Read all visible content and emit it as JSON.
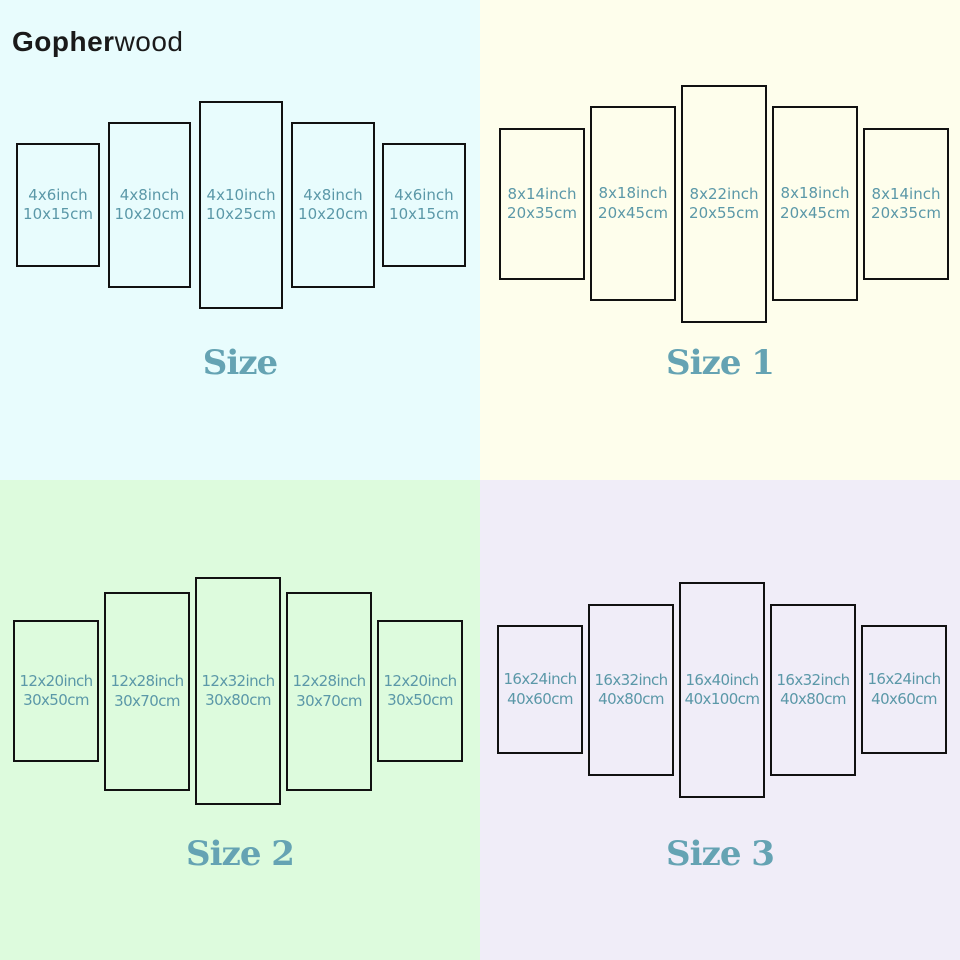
{
  "brand": {
    "part1": "Gopher",
    "part2": "wood"
  },
  "size_groups": [
    {
      "caption": "Size",
      "panels": [
        {
          "inch": "4x6inch",
          "cm": "10x15cm"
        },
        {
          "inch": "4x8inch",
          "cm": "10x20cm"
        },
        {
          "inch": "4x10inch",
          "cm": "10x25cm"
        },
        {
          "inch": "4x8inch",
          "cm": "10x20cm"
        },
        {
          "inch": "4x6inch",
          "cm": "10x15cm"
        }
      ]
    },
    {
      "caption": "Size 1",
      "panels": [
        {
          "inch": "8x14inch",
          "cm": "20x35cm"
        },
        {
          "inch": "8x18inch",
          "cm": "20x45cm"
        },
        {
          "inch": "8x22inch",
          "cm": "20x55cm"
        },
        {
          "inch": "8x18inch",
          "cm": "20x45cm"
        },
        {
          "inch": "8x14inch",
          "cm": "20x35cm"
        }
      ]
    },
    {
      "caption": "Size 2",
      "panels": [
        {
          "inch": "12x20inch",
          "cm": "30x50cm"
        },
        {
          "inch": "12x28inch",
          "cm": "30x70cm"
        },
        {
          "inch": "12x32inch",
          "cm": "30x80cm"
        },
        {
          "inch": "12x28inch",
          "cm": "30x70cm"
        },
        {
          "inch": "12x20inch",
          "cm": "30x50cm"
        }
      ]
    },
    {
      "caption": "Size 3",
      "panels": [
        {
          "inch": "16x24inch",
          "cm": "40x60cm"
        },
        {
          "inch": "16x32inch",
          "cm": "40x80cm"
        },
        {
          "inch": "16x40inch",
          "cm": "40x100cm"
        },
        {
          "inch": "16x32inch",
          "cm": "40x80cm"
        },
        {
          "inch": "16x24inch",
          "cm": "40x60cm"
        }
      ]
    }
  ]
}
